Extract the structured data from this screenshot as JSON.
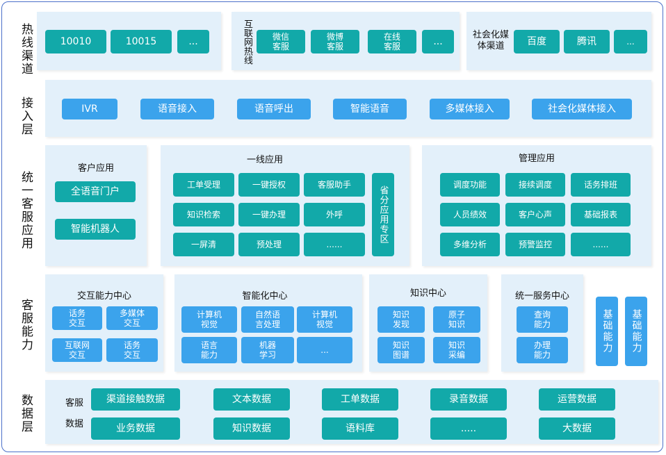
{
  "rows": {
    "hotline": "热线渠道",
    "access": "接入层",
    "unified": "统一客服应用",
    "capability": "客服能力",
    "data": "数据层"
  },
  "hotline": {
    "phone_items": [
      "10010",
      "10015",
      "..."
    ],
    "internet_label": "互联网热线",
    "internet_items": [
      "微信\n客服",
      "微博\n客服",
      "在线\n客服",
      "..."
    ],
    "social_label": "社会化媒体渠道",
    "social_items": [
      "百度",
      "腾讯",
      "..."
    ]
  },
  "access": {
    "items": [
      "IVR",
      "语音接入",
      "语音呼出",
      "智能语音",
      "多媒体接入",
      "社会化媒体接入"
    ]
  },
  "apps": {
    "customer": {
      "title": "客户应用",
      "items": [
        "全语音门户",
        "智能机器人"
      ]
    },
    "frontline": {
      "title": "一线应用",
      "items": [
        "工单受理",
        "一键授权",
        "客服助手",
        "知识检索",
        "一键办理",
        "外呼",
        "一屏清",
        "预处理",
        "......"
      ],
      "side": "省分应用专区"
    },
    "management": {
      "title": "管理应用",
      "items": [
        "调度功能",
        "接续调度",
        "话务排班",
        "人员绩效",
        "客户心声",
        "基础报表",
        "多维分析",
        "预警监控",
        "......"
      ]
    }
  },
  "capability": {
    "interaction": {
      "title": "交互能力中心",
      "items": [
        "话务\n交互",
        "多媒体\n交互",
        "互联网\n交互",
        "话务\n交互"
      ]
    },
    "intelligent": {
      "title": "智能化中心",
      "items": [
        "计算机\n视觉",
        "自然语\n言处理",
        "计算机\n视觉",
        "语言\n能力",
        "机器\n学习",
        "..."
      ]
    },
    "knowledge": {
      "title": "知识中心",
      "items": [
        "知识\n发现",
        "原子\n知识",
        "知识\n图谱",
        "知识\n采编"
      ]
    },
    "service": {
      "title": "统一服务中心",
      "items": [
        "查询\n能力",
        "办理\n能力"
      ]
    },
    "base": [
      "基础能力",
      "基础能力"
    ]
  },
  "data": {
    "label_top": "客服",
    "label_bottom": "数据",
    "items": [
      "渠道接触数据",
      "文本数据",
      "工单数据",
      "录音数据",
      "运营数据",
      "业务数据",
      "知识数据",
      "语料库",
      ".....",
      "大数据"
    ]
  },
  "colors": {
    "teal": "#12a9a9",
    "blue": "#3ba3ec",
    "panel": "#e3f0fa",
    "border": "#4a6fc9"
  }
}
